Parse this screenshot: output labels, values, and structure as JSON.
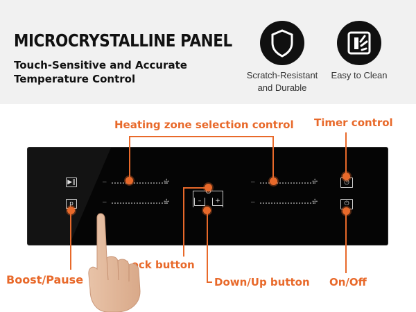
{
  "header": {
    "title": "MICROCRYSTALLINE PANEL",
    "subtitle": "Touch-Sensitive and Accurate Temperature Control"
  },
  "features": [
    {
      "icon": "shield-icon",
      "label_line1": "Scratch-Resistant",
      "label_line2": "and Durable"
    },
    {
      "icon": "cleaning-spray-icon",
      "label_line1": "Easy to Clean"
    }
  ],
  "panel": {
    "left_icons": [
      {
        "icon": "play-pause-icon",
        "glyph": "▶‖"
      },
      {
        "icon": "boost-p-icon",
        "glyph": "p"
      }
    ],
    "right_icons": [
      {
        "icon": "timer-icon",
        "glyph": "◷"
      },
      {
        "icon": "power-icon",
        "glyph": "⏻"
      }
    ],
    "minus_glyph": "–",
    "plus_glyph": "+",
    "lock_glyph": "⊙"
  },
  "callouts": {
    "heating_zone": "Heating zone selection control",
    "timer": "Timer control",
    "lock": "Lock button",
    "boost_pause": "Boost/Pause",
    "down_up": "Down/Up button",
    "on_off": "On/Off"
  },
  "colors": {
    "accent": "#e8692a",
    "panel": "#050505",
    "header_bg": "#f1f1f1"
  }
}
